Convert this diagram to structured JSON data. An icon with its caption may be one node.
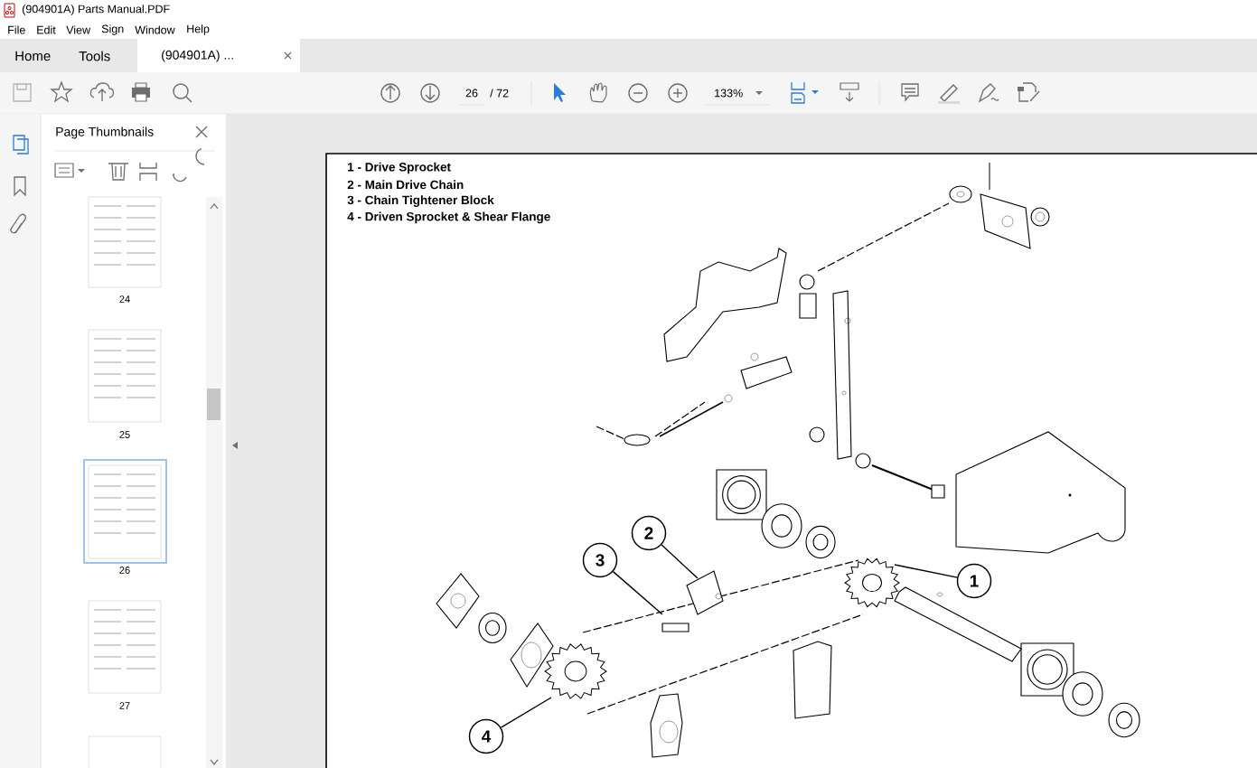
{
  "diagram": {
    "nodes": [
      {
        "text": [
          "2"
        ]
      },
      {
        "text": [
          "3"
        ]
      },
      {
        "text": [
          "1"
        ]
      },
      {
        "text": [
          "4"
        ]
      }
    ],
    "edges": [
      {
        "from": 0,
        "to": null,
        "arrow": "none"
      },
      {
        "from": 1,
        "to": null,
        "arrow": "none"
      },
      {
        "from": 2,
        "to": null,
        "arrow": "none"
      },
      {
        "from": 3,
        "to": null,
        "arrow": "none"
      }
    ],
    "labels": [
      "(904901A) Parts Manual.PDF",
      "File",
      "Edit",
      "View",
      "Sign",
      "Window",
      "Help",
      "Home",
      "Tools",
      "(904901A) ...",
      "26",
      "/ 72",
      "133%",
      "Page Thumbnails",
      "24",
      "25",
      "26",
      "27",
      "1 - Drive Sprocket",
      "2 - Main Drive Chain",
      "3 - Chain Tightener Block",
      "4 - Driven Sprocket & Shear Flange"
    ]
  }
}
